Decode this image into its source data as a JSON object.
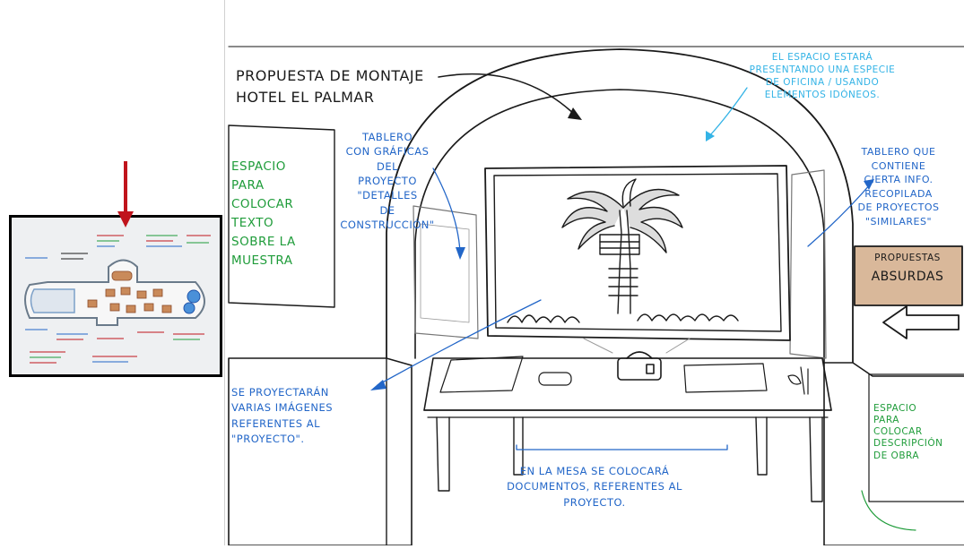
{
  "title": {
    "line1": "PROPUESTA DE MONTAJE",
    "line2": "HOTEL EL PALMAR"
  },
  "labels": {
    "espacio_texto": "ESPACIO\nPARA\nCOLOCAR\nTEXTO\nSOBRE LA\nMUESTRA",
    "tablero_graficas": "TABLERO\nCON GRÁFICAS\nDEL\nPROYECTO\n\"DETALLES\nDE\nCONSTRUCCIÓN\"",
    "espacio_oficina": "EL ESPACIO ESTARÁ\nPRESENTANDO UNA ESPECIE\nDE OFICINA / USANDO\nELEMENTOS IDÓNEOS.",
    "tablero_info": "TABLERO QUE\nCONTIENE\nCIERTA INFO.\nRECOPILADA\nDE PROYECTOS\n\"SIMILARES\"",
    "sign_top": "PROPUESTAS",
    "sign_bottom": "ABSURDAS",
    "proyectaran": "SE PROYECTARÁN\nVARIAS IMÁGENES\nREFERENTES AL\n\"PROYECTO\".",
    "mesa": "EN LA MESA SE COLOCARÁ\nDOCUMENTOS, REFERENTES AL\nPROYECTO.",
    "descripcion": "ESPACIO\nPARA\nCOLOCAR\nDESCRIPCIÓN\nDE OBRA"
  },
  "colors": {
    "ink": "#1a1a1a",
    "green": "#1f9c3a",
    "blue": "#2266c8",
    "cyan": "#33b3e6",
    "red_arrow": "#c0141c",
    "sign_fill": "#d9b89a",
    "floorplan_bg": "#eef0f2"
  },
  "icons": [
    "red-down-arrow-icon",
    "left-arrow-icon",
    "palm-treehouse-icon",
    "projector-icon"
  ]
}
